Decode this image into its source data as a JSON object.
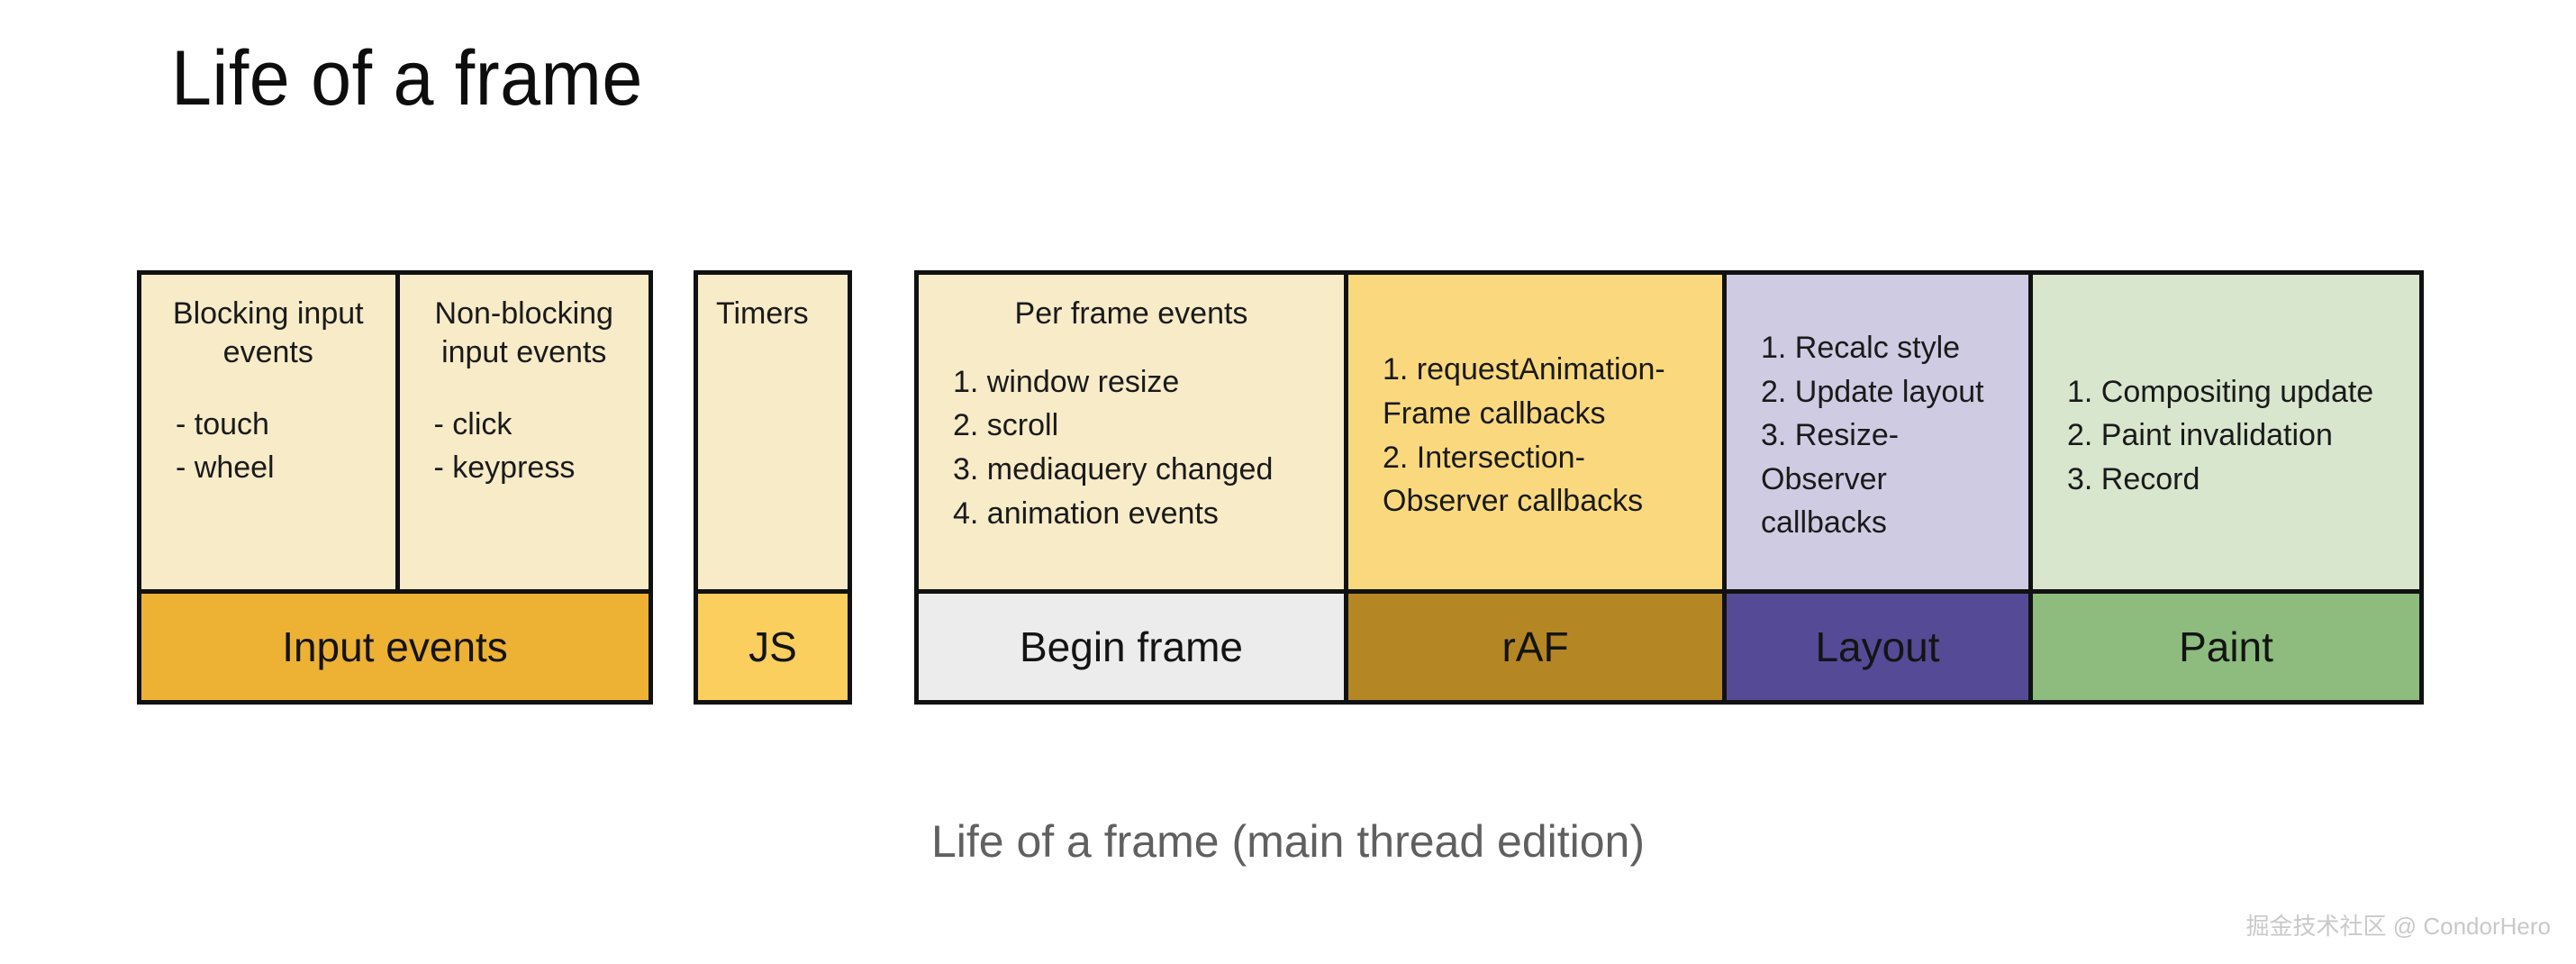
{
  "title": "Life of a frame",
  "caption": "Life of a frame (main thread edition)",
  "watermark": "掘金技术社区 @ CondorHero",
  "colors": {
    "cream": "#F7EBC8",
    "gold": "#FAD97E",
    "lavender": "#CFCBE3",
    "light_green": "#D7E6CD",
    "bar_input_events": "#EDB134",
    "bar_js": "#FBCF5E",
    "bar_begin_frame": "#ECECEC",
    "bar_raf": "#B58724",
    "bar_layout": "#554A96",
    "bar_paint": "#8DBC7E",
    "border": "#111111",
    "caption_text": "#606060",
    "watermark_text": "#C9C9C9"
  },
  "groups": [
    {
      "name": "input-events",
      "cells": [
        {
          "name": "blocking-input-events",
          "heading": "Blocking\ninput events",
          "list_style": "dash",
          "items": [
            "- touch",
            "- wheel"
          ]
        },
        {
          "name": "non-blocking-input-events",
          "heading": "Non-blocking\ninput events",
          "list_style": "dash",
          "items": [
            "- click",
            "- keypress"
          ]
        }
      ],
      "bars": [
        {
          "name": "input-events-bar",
          "label": "Input events"
        }
      ]
    },
    {
      "name": "js",
      "cells": [
        {
          "name": "timers",
          "heading": "Timers",
          "list_style": "none",
          "items": []
        }
      ],
      "bars": [
        {
          "name": "js-bar",
          "label": "JS"
        }
      ]
    },
    {
      "name": "frame-pipeline",
      "cells": [
        {
          "name": "per-frame-events",
          "heading": "Per frame events",
          "list_style": "num",
          "items": [
            "1. window resize",
            "2. scroll",
            "3. mediaquery changed",
            "4. animation events"
          ]
        },
        {
          "name": "raf-callbacks",
          "heading": "",
          "list_style": "num-nohead",
          "items": [
            "1. requestAnimation-\nFrame callbacks",
            "2. Intersection-\nObserver callbacks"
          ]
        },
        {
          "name": "layout-steps",
          "heading": "",
          "list_style": "num-nohead",
          "items": [
            "1. Recalc style",
            "2. Update layout",
            "3. Resize-\nObserver callbacks"
          ]
        },
        {
          "name": "paint-steps",
          "heading": "",
          "list_style": "num-nohead",
          "items": [
            "1. Compositing update",
            "2. Paint invalidation",
            "3. Record"
          ]
        }
      ],
      "bars": [
        {
          "name": "begin-frame-bar",
          "label": "Begin frame"
        },
        {
          "name": "raf-bar",
          "label": "rAF"
        },
        {
          "name": "layout-bar",
          "label": "Layout"
        },
        {
          "name": "paint-bar",
          "label": "Paint"
        }
      ]
    }
  ]
}
